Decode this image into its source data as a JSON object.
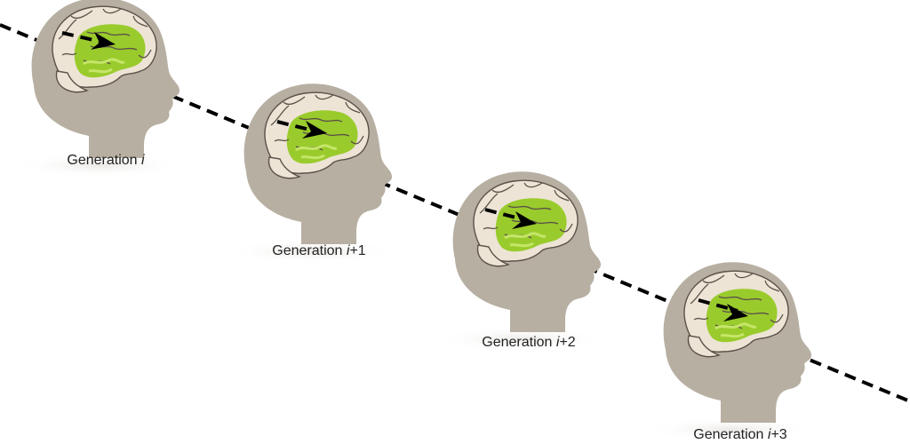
{
  "generations": [
    {
      "prefix": "Generation ",
      "index": "i",
      "suffix": ""
    },
    {
      "prefix": "Generation ",
      "index": "i",
      "suffix": "+1"
    },
    {
      "prefix": "Generation ",
      "index": "i",
      "suffix": "+2"
    },
    {
      "prefix": "Generation ",
      "index": "i",
      "suffix": "+3"
    }
  ],
  "colors": {
    "head": "#b7afa2",
    "brain": "#ede4d6",
    "brain_outline": "#5a5148",
    "language_area": "#9acb2c",
    "language_area_light": "#c5e66a",
    "arrow": "#000000",
    "label_text": "#222222"
  }
}
